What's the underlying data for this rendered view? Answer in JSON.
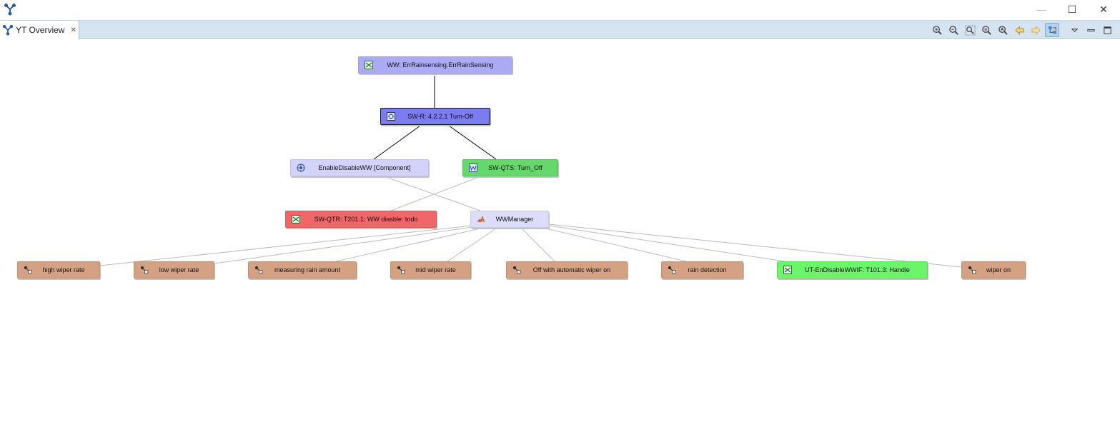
{
  "window": {
    "minimize_glyph": "—",
    "maximize_glyph": "☐",
    "close_glyph": "✕"
  },
  "tab": {
    "label": "YT Overview",
    "close_glyph": "✕",
    "icon": "yt-logo-icon"
  },
  "toolbar": {
    "icons": [
      "zoom-in-icon",
      "zoom-out-icon",
      "zoom-fit-icon",
      "zoom-reset-icon",
      "zoom-auto-icon",
      "back-arrow-icon",
      "forward-arrow-icon",
      "layout-icon",
      "view-menu-icon",
      "minimize-view-icon",
      "maximize-view-icon"
    ]
  },
  "graph": {
    "colors": {
      "ww": "#aaaaf5",
      "swr": "#7b7bf2",
      "component": "#d2d2fb",
      "qts": "#66d86b",
      "qtr": "#f16666",
      "manager": "#dcdcfb",
      "leaf": "#d4a283",
      "ut": "#6bf56b"
    },
    "nodes": {
      "ww": "WW: ErrRainsensing.ErrRainSensing",
      "swr": "SW-R: 4.2.2.1 Turn-Off",
      "component": "EnableDisableWW [Component]",
      "qts": "SW-QTS: Turn_Off",
      "qtr": "SW-QTR: T201.1: WW diasble: todo",
      "manager": "WWManager",
      "high": "high wiper rate",
      "low": "low wiper rate",
      "measuring": "measuring rain amount",
      "mid": "mid wiper rate",
      "off": "Off with automatic wiper on",
      "rain": "rain detection",
      "ut": "UT-EnDisableWWIF: T101.3: Handle",
      "on": "wiper on"
    }
  }
}
